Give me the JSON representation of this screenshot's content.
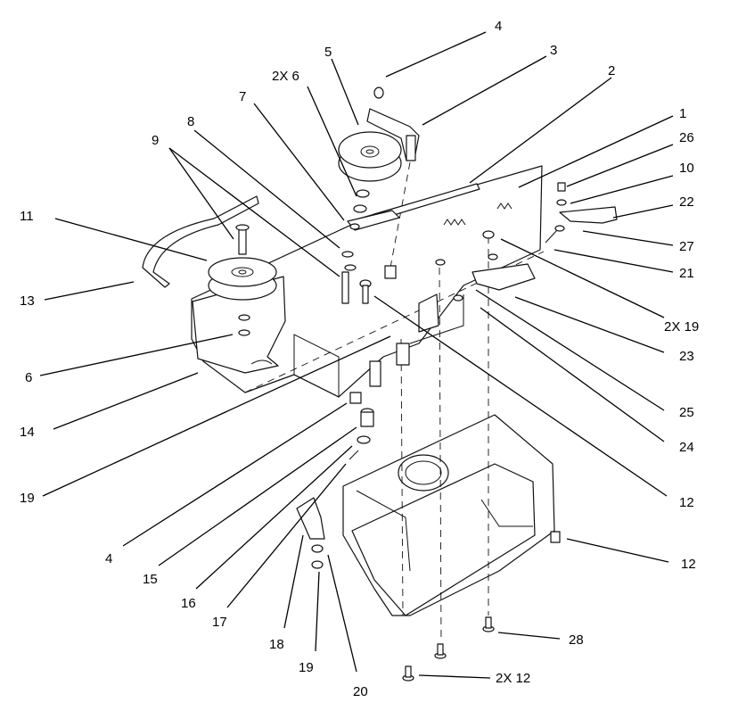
{
  "diagram": {
    "callouts": [
      {
        "id": "c1",
        "text": "1"
      },
      {
        "id": "c2",
        "text": "2"
      },
      {
        "id": "c3",
        "text": "3"
      },
      {
        "id": "c4a",
        "text": "4"
      },
      {
        "id": "c5",
        "text": "5"
      },
      {
        "id": "c6a",
        "text": "2X 6"
      },
      {
        "id": "c7",
        "text": "7"
      },
      {
        "id": "c8",
        "text": "8"
      },
      {
        "id": "c9",
        "text": "9"
      },
      {
        "id": "c26",
        "text": "26"
      },
      {
        "id": "c10",
        "text": "10"
      },
      {
        "id": "c11",
        "text": "11"
      },
      {
        "id": "c22",
        "text": "22"
      },
      {
        "id": "c27",
        "text": "27"
      },
      {
        "id": "c21",
        "text": "21"
      },
      {
        "id": "c13",
        "text": "13"
      },
      {
        "id": "c19a",
        "text": "2X 19"
      },
      {
        "id": "c6b",
        "text": "6"
      },
      {
        "id": "c23",
        "text": "23"
      },
      {
        "id": "c14",
        "text": "14"
      },
      {
        "id": "c25",
        "text": "25"
      },
      {
        "id": "c24",
        "text": "24"
      },
      {
        "id": "c19b",
        "text": "19"
      },
      {
        "id": "c12a",
        "text": "12"
      },
      {
        "id": "c4b",
        "text": "4"
      },
      {
        "id": "c12b",
        "text": "12"
      },
      {
        "id": "c15",
        "text": "15"
      },
      {
        "id": "c16",
        "text": "16"
      },
      {
        "id": "c17",
        "text": "17"
      },
      {
        "id": "c28",
        "text": "28"
      },
      {
        "id": "c18",
        "text": "18"
      },
      {
        "id": "c19c",
        "text": "19"
      },
      {
        "id": "c12c",
        "text": "2X 12"
      },
      {
        "id": "c20",
        "text": "20"
      }
    ]
  }
}
